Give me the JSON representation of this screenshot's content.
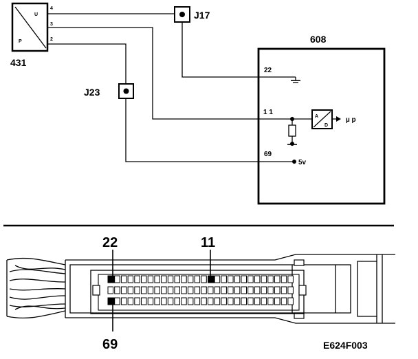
{
  "sensor": {
    "ref": "431",
    "label_top": "U",
    "label_bottom": "P",
    "pins": [
      "4",
      "3",
      "2"
    ]
  },
  "junctions": {
    "j17": "J17",
    "j23": "J23"
  },
  "ecu": {
    "ref": "608",
    "pins": {
      "p22": "22",
      "p11": "1 1",
      "p69": "69"
    },
    "supply_label": "5v",
    "adc_top": "A",
    "adc_bottom": "D",
    "output_label": "µ p"
  },
  "connector": {
    "pin22": "22",
    "pin11": "11",
    "pin69": "69"
  },
  "figure_code": "E624F003"
}
